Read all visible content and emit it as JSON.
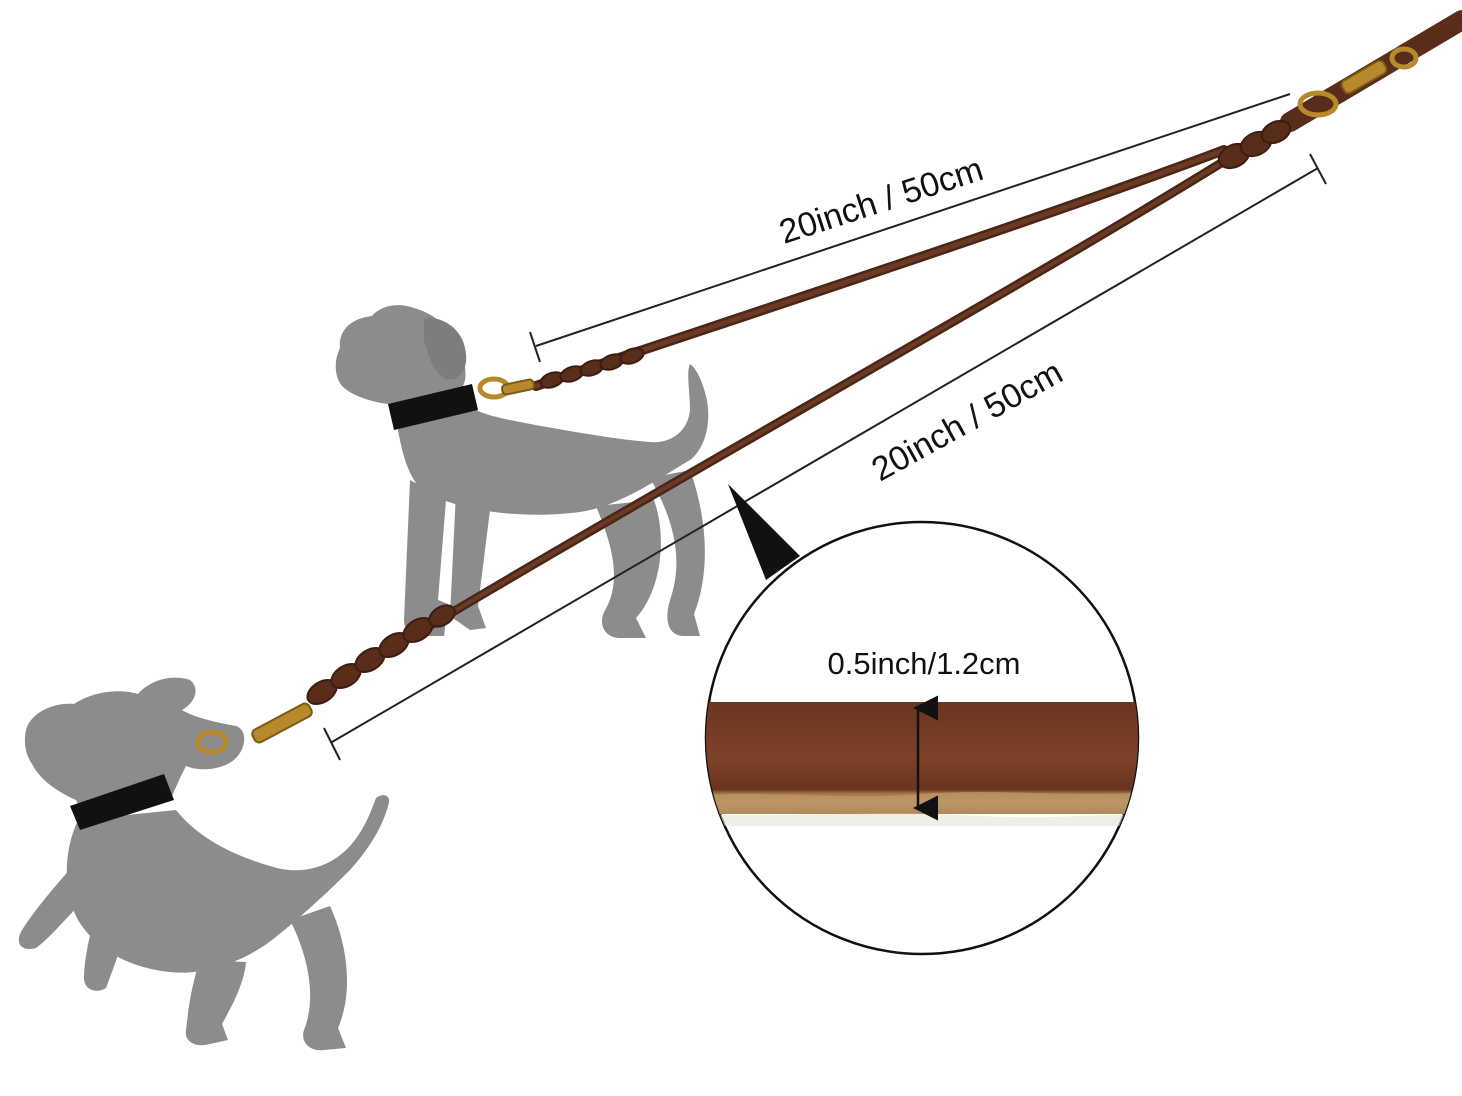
{
  "product": {
    "colors": {
      "background": "#ffffff",
      "silhouette": "#8c8c8c",
      "collar": "#111111",
      "leather": "#5a3020",
      "leather_dark": "#3b1d12",
      "brass": "#b8892a",
      "dimension_line": "#222222"
    },
    "dimensions": {
      "upper_branch": "20inch / 50cm",
      "lower_branch": "20inch / 50cm",
      "strap_width": "0.5inch/1.2cm"
    },
    "icons": [
      "standing-dog-icon",
      "jumping-dog-icon",
      "brass-clip-icon",
      "braided-knot-icon",
      "magnifier-circle-icon"
    ]
  }
}
